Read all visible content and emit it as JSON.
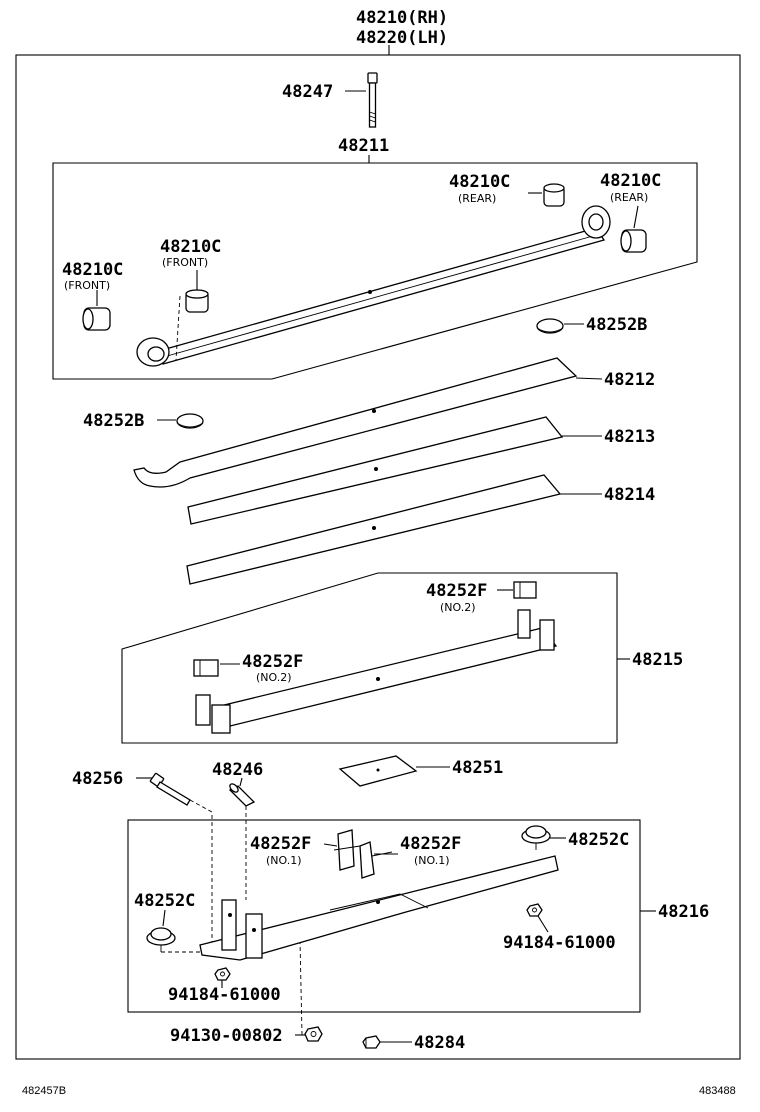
{
  "labels": {
    "l48210_rh": "48210(RH)",
    "l48220_lh": "48220(LH)",
    "l48247": "48247",
    "l48211": "48211",
    "l48210c_rear_1": "48210C",
    "l48210c_rear_2": "48210C",
    "l48210c_front_1": "48210C",
    "l48210c_front_2": "48210C",
    "l48252b_1": "48252B",
    "l48252b_2": "48252B",
    "l48212": "48212",
    "l48213": "48213",
    "l48214": "48214",
    "l48252f_no2_1": "48252F",
    "l48252f_no2_2": "48252F",
    "l48215": "48215",
    "l48256": "48256",
    "l48246": "48246",
    "l48251": "48251",
    "l48252f_no1_1": "48252F",
    "l48252f_no1_2": "48252F",
    "l48252c_1": "48252C",
    "l48252c_2": "48252C",
    "l48216": "48216",
    "l94184_1": "94184-61000",
    "l94184_2": "94184-61000",
    "l94130": "94130-00802",
    "l48284": "48284"
  },
  "sublabels": {
    "rear": "(REAR)",
    "front": "(FRONT)",
    "no2": "(NO.2)",
    "no1": "(NO.1)"
  },
  "footer": {
    "left_code": "482457B",
    "right_code": "483488"
  }
}
